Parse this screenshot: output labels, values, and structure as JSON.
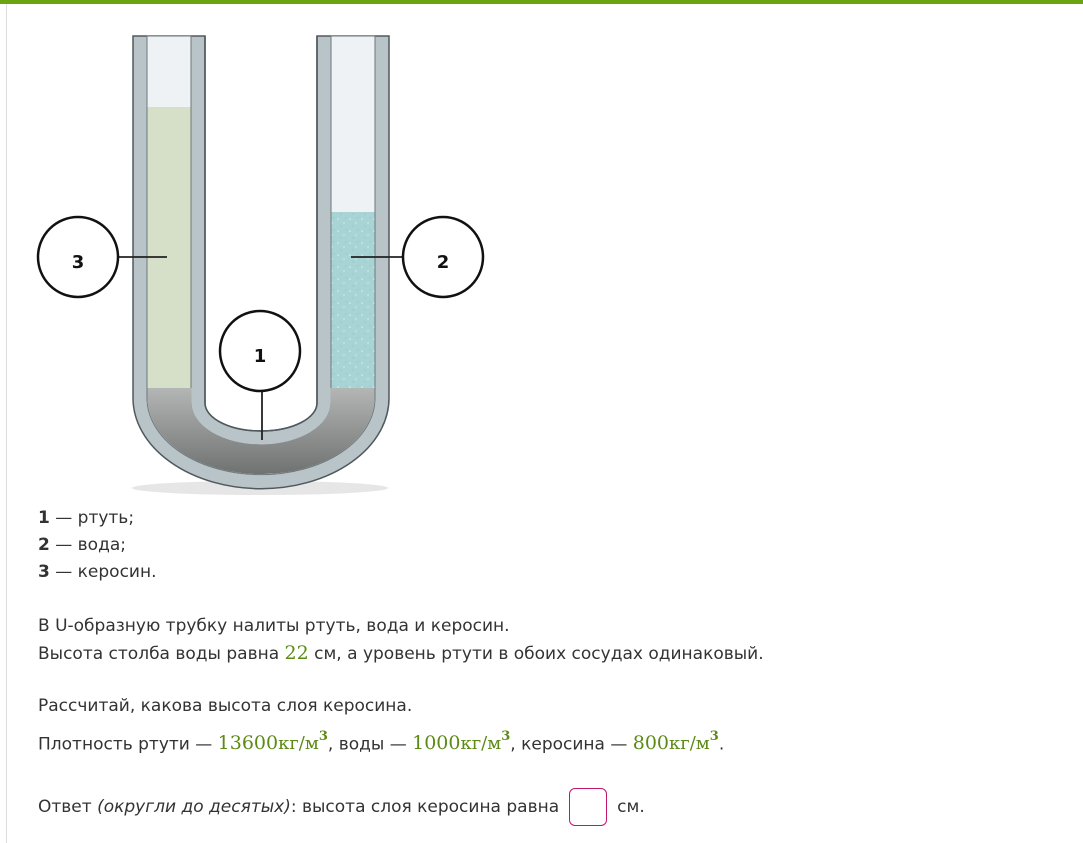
{
  "legend": [
    {
      "num": "1",
      "text": " — ртуть;"
    },
    {
      "num": "2",
      "text": " — вода;"
    },
    {
      "num": "3",
      "text": " — керосин."
    }
  ],
  "diagram_labels": {
    "mercury": "1",
    "water": "2",
    "kerosene": "3"
  },
  "problem": {
    "line1": "В U-образную трубку налиты ртуть, вода и керосин.",
    "line2_before": "Высота столба воды равна ",
    "water_height": "22",
    "line2_after": " см, а уровень ртути в обоих сосудах одинаковый."
  },
  "task": {
    "line1": "Рассчитай, какова высота слоя керосина.",
    "density_prefix": "Плотность ртути — ",
    "mercury_density": "13600",
    "water_prefix": ", воды — ",
    "water_density": "1000",
    "kerosene_prefix": ", керосина — ",
    "kerosene_density": "800",
    "unit": "кг/м",
    "unit_power": "3",
    "end": "."
  },
  "answer": {
    "prefix": "Ответ ",
    "note": "(округли до десятых)",
    "text": ": высота слоя керосина равна",
    "unit": "см.",
    "value": ""
  },
  "colors": {
    "accent": "#6aa412",
    "math": "#5c8a14",
    "answer_border": "#c0166b",
    "tube": "#b9c4c8",
    "kerosene": "#d6e0c8",
    "water": "#a9d4d6",
    "mercury": "#8a8d8c"
  }
}
